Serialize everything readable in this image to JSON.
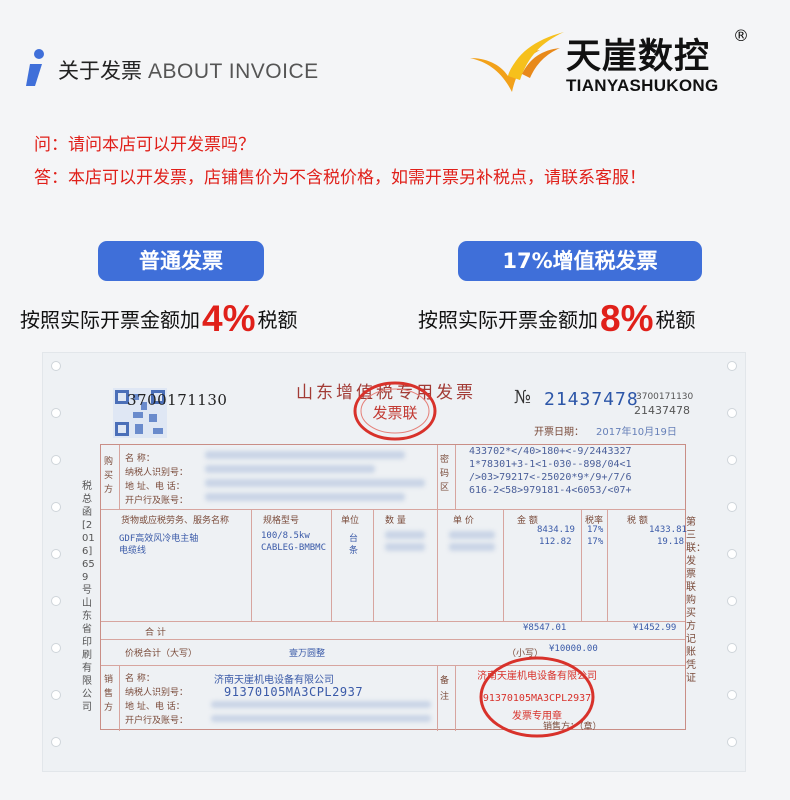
{
  "header": {
    "title_cn": "关于发票",
    "title_en": "ABOUT INVOICE"
  },
  "brand": {
    "name_cn": "天崖数控",
    "name_en": "TIANYASHUKONG",
    "registered": "®"
  },
  "faq": {
    "question": "问：请问本店可以开发票吗？",
    "answer": "答：本店可以开发票，店铺售价为不含税价格，如需开票另补税点，请联系客服！"
  },
  "invoice_types": [
    {
      "label": "普通发票",
      "rate_prefix": "按照实际开票金额加",
      "rate": "4%",
      "rate_suffix": "税额"
    },
    {
      "label": "17%增值税发票",
      "rate_prefix": "按照实际开票金额加",
      "rate": "8%",
      "rate_suffix": "税额"
    }
  ],
  "invoice_photo": {
    "code": "3700171130",
    "title": "山东增值税专用发票",
    "no_mark": "№",
    "number": "21437478",
    "code_small": "3700171130",
    "number_small": "21437478",
    "date_label": "开票日期：",
    "date": "2017年10月19日",
    "side_text": "税总函[2016]659号山东省印刷有限公司",
    "right_side_text": "第三联：发票联 购买方记账凭证",
    "buyer_label": "购买方",
    "buyer_fields": [
      "名    称：",
      "纳税人识别号：",
      "地 址、电 话：",
      "开户行及账号："
    ],
    "pwd_label": "密码区",
    "cipher": "433702*</40>180+<-9/2443327\n1*78301+3-1<1-030--898/04<1\n/>03>79217<-25020*9*/9+/7/6\n616-2<58>979181-4<6053/<07+",
    "col_headers": [
      "货物或应税劳务、服务名称",
      "规格型号",
      "单位",
      "数 量",
      "单 价",
      "金 额",
      "税率",
      "税 额"
    ],
    "items": [
      {
        "name": "GDF高效风冷电主轴",
        "spec": "100/8.5kw",
        "unit": "台",
        "amount": "8434.19",
        "rate": "17%",
        "tax": "1433.81"
      },
      {
        "name": "电缆线",
        "spec": "CABLEG-BMBMC",
        "unit": "条",
        "amount": "112.82",
        "rate": "17%",
        "tax": "19.18"
      }
    ],
    "total_label": "合    计",
    "total_amount": "¥8547.01",
    "total_tax": "¥1452.99",
    "grand_label": "价税合计（大写）",
    "grand_words": "壹万圆整",
    "grand_small_label": "（小写）",
    "grand_value": "¥10000.00",
    "seller_label": "销售方",
    "seller_fields": [
      "名    称：",
      "纳税人识别号：",
      "地 址、电 话：",
      "开户行及账号："
    ],
    "seller_name": "济南天崖机电设备有限公司",
    "seller_tax_id": "91370105MA3CPL2937",
    "notes_label": "备注",
    "stamp_company": "济南天崖机电设备有限公司",
    "stamp_tax_id": "91370105MA3CPL2937",
    "stamp_kind": "发票专用章",
    "seller_sign": "销售方：（章）"
  },
  "colors": {
    "accent_blue": "#3f6fd9",
    "alert_red": "#e0201a",
    "logo_orange": "#f2a11a"
  }
}
